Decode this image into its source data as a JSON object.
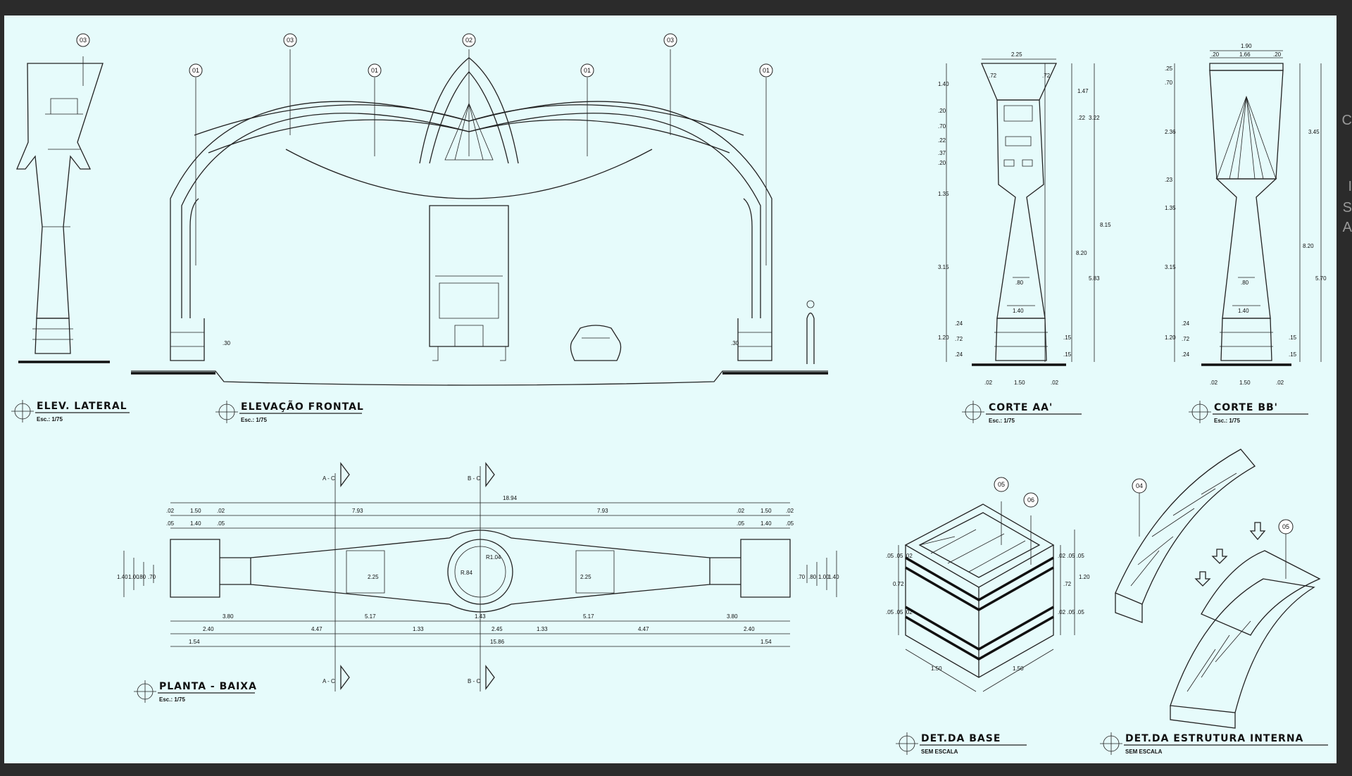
{
  "views": {
    "elev_lateral": {
      "title": "ELEV. LATERAL",
      "scale": "Esc.: 1/75"
    },
    "elevacao_frontal": {
      "title": "ELEVAÇÃO FRONTAL",
      "scale": "Esc.: 1/75"
    },
    "corte_aa": {
      "title": "CORTE AA'",
      "scale": "Esc.: 1/75"
    },
    "corte_bb": {
      "title": "CORTE BB'",
      "scale": "Esc.: 1/75"
    },
    "planta_baixa": {
      "title": "PLANTA - BAIXA",
      "scale": "Esc.: 1/75"
    },
    "det_base": {
      "title": "DET.DA BASE",
      "scale": "SEM ESCALA"
    },
    "det_estrutura": {
      "title": "DET.DA ESTRUTURA INTERNA",
      "scale": "SEM ESCALA"
    }
  },
  "tags": {
    "t01": "01",
    "t02": "02",
    "t03": "03",
    "t04": "04",
    "t05": "05",
    "t06": "06"
  },
  "elevacao_dims": {
    "left_base": ".30",
    "right_base": ".30"
  },
  "corte_aa_dims": {
    "top": "2.25",
    "cap_a": ".72",
    "cap_b": ".72",
    "v1": "1.40",
    "v2": ".20",
    "v3": ".70",
    "v4": ".22",
    "v5": ".37",
    "v6": ".20",
    "v7": "1.35",
    "v8": "3.15",
    "v9": "1.20",
    "v10": ".24",
    "v11": ".72",
    "v12": ".24",
    "w1": ".80",
    "w2": "1.40",
    "base_l": ".02",
    "base_m": "1.50",
    "base_r": ".02",
    "r1": "1.47",
    "r2": ".22",
    "r3": "3.22",
    "r4": ".15",
    "r5": ".15",
    "r6": "8.20",
    "r7": "5.83",
    "r8": "8.15"
  },
  "corte_bb_dims": {
    "top": "1.90",
    "t1": ".20",
    "t2": "1.66",
    "t3": ".20",
    "v1": ".25",
    "v2": ".70",
    "v3": "2.36",
    "v4": ".23",
    "v5": "1.35",
    "v6": "3.15",
    "v7": "1.20",
    "v8": ".24",
    "v9": ".72",
    "v10": ".24",
    "w1": ".80",
    "w2": "1.40",
    "base_l": ".02",
    "base_m": "1.50",
    "base_r": ".02",
    "r1": "3.45",
    "r2": "8.20",
    "r3": "5.70",
    "r4": ".15",
    "r5": ".15"
  },
  "planta_dims": {
    "section_a": "A - C",
    "section_b": "B - C",
    "total": "18.94",
    "r1_a": ".02",
    "r1_b": "1.50",
    "r1_c": ".02",
    "r1_d": "7.93",
    "r1_e": "7.93",
    "r1_f": ".02",
    "r1_g": "1.50",
    "r1_h": ".02",
    "r2_a": ".05",
    "r2_b": "1.40",
    "r2_c": ".05",
    "r2_d": ".05",
    "r2_e": "1.40",
    "r2_f": ".05",
    "left_1": "1.40",
    "left_2": "1.00",
    "left_3": ".80",
    "left_4": ".70",
    "right_1": ".70",
    "right_2": ".80",
    "right_3": "1.00",
    "right_4": "1.40",
    "h_left": "2.25",
    "h_right": "2.25",
    "radius_1": "R1.04",
    "radius_2": "R.84",
    "b1_a": "3.80",
    "b1_b": "5.17",
    "b1_c": "1.43",
    "b1_d": "5.17",
    "b1_e": "3.80",
    "b2_a": "2.40",
    "b2_b": "4.47",
    "b2_c": "1.33",
    "b2_d": "2.45",
    "b2_e": "1.33",
    "b2_f": "4.47",
    "b2_g": "2.40",
    "b3_a": "1.54",
    "b3_b": "15.86",
    "b3_c": "1.54"
  },
  "base_dims": {
    "w1": "1.50",
    "w2": "1.50",
    "h1": "1.20",
    "h2": ".72",
    "s1": ".05 .05 .02",
    "s2": ".05 .05 .02",
    "s3": ".02 .05 .05",
    "s4": ".02 .05 .05",
    "v1": "0.72"
  },
  "edge_text": {
    "a": "C",
    "b": "S",
    "c": "A",
    "d": "I"
  }
}
